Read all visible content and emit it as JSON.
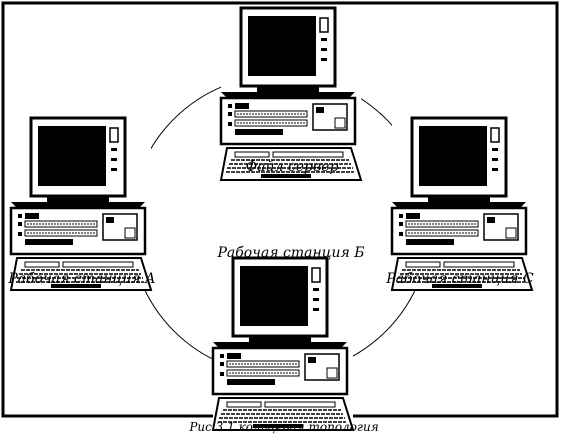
{
  "figure": {
    "nodes": [
      {
        "id": "server",
        "label": "Файл сервер"
      },
      {
        "id": "ws_a",
        "label": "Рабочая станция А"
      },
      {
        "id": "ws_b",
        "label": "Рабочая станция Б"
      },
      {
        "id": "ws_c",
        "label": "Рабочая станция С"
      }
    ],
    "caption": "Рис 3.1.кольцевая топология"
  },
  "colors": {
    "ink": "#000000",
    "screen": "#000000",
    "case_shade": "#d9d9d9",
    "background": "#ffffff"
  }
}
